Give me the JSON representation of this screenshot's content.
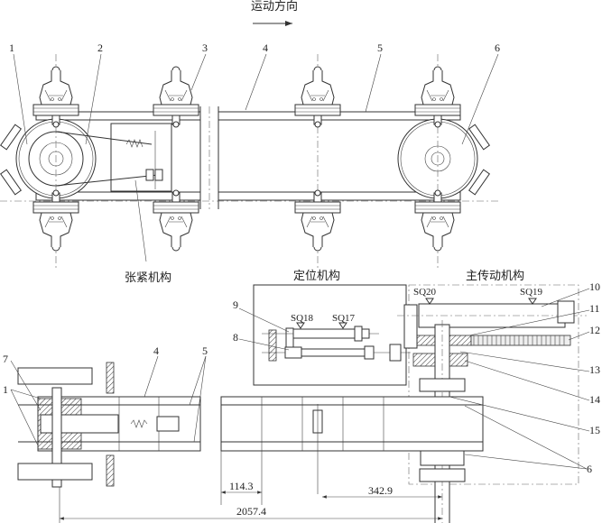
{
  "title": {
    "direction_label": "运动方向"
  },
  "sections": {
    "tensioner": "张紧机构",
    "positioning": "定位机构",
    "main_drive": "主传动机构"
  },
  "part_labels": {
    "top": [
      "1",
      "2",
      "3",
      "4",
      "5",
      "6"
    ],
    "bottom_left": [
      "7",
      "1",
      "4",
      "5"
    ],
    "bottom_mid": [
      "9",
      "8"
    ],
    "bottom_right": [
      "10",
      "11",
      "12",
      "13",
      "14",
      "15",
      "6"
    ]
  },
  "sensors": [
    "SQ20",
    "SQ19",
    "SQ18",
    "SQ17"
  ],
  "dimensions": [
    "114.3",
    "342.9",
    "2057.4"
  ]
}
